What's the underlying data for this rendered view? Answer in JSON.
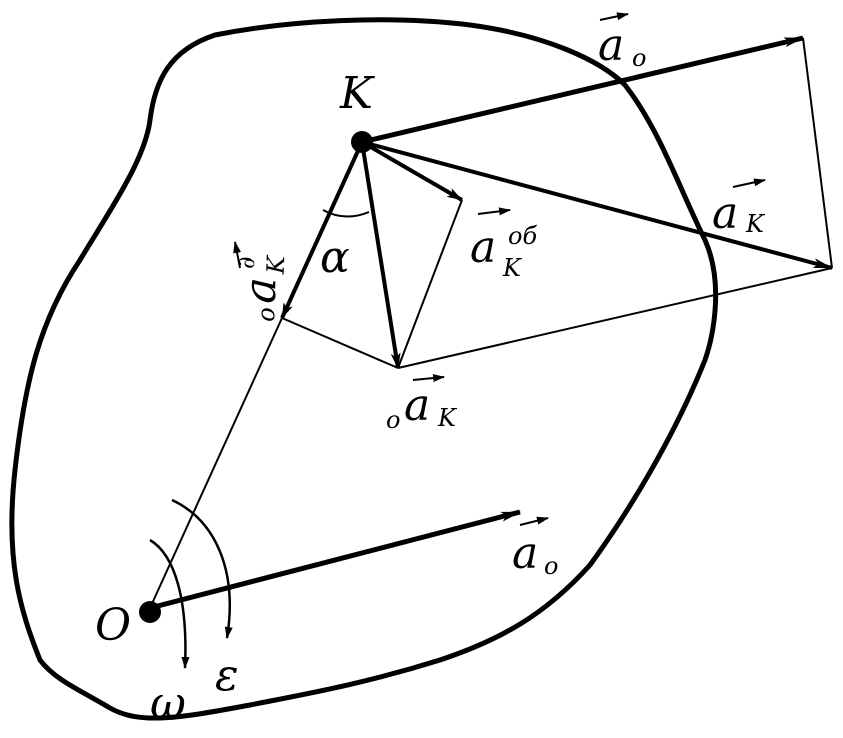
{
  "colors": {
    "ink": "#000000",
    "paper": "#ffffff"
  },
  "labels": {
    "point_k": "K",
    "point_o": "O",
    "angle_alpha": "α",
    "omega": "ω",
    "epsilon": "ε",
    "a_o_top": {
      "main": "a",
      "sub": "o"
    },
    "a_o_bottom": {
      "main": "a",
      "sub": "o"
    },
    "a_k_total": {
      "main": "a",
      "sub": "K"
    },
    "a_k_rot": {
      "main": "a",
      "sub": "K",
      "sup": "об"
    },
    "a_k_tan": {
      "pre": "o",
      "main": "a",
      "sub": "K",
      "sup": "∂"
    },
    "a_k_rel": {
      "pre": "o",
      "main": "a",
      "sub": "K"
    }
  }
}
